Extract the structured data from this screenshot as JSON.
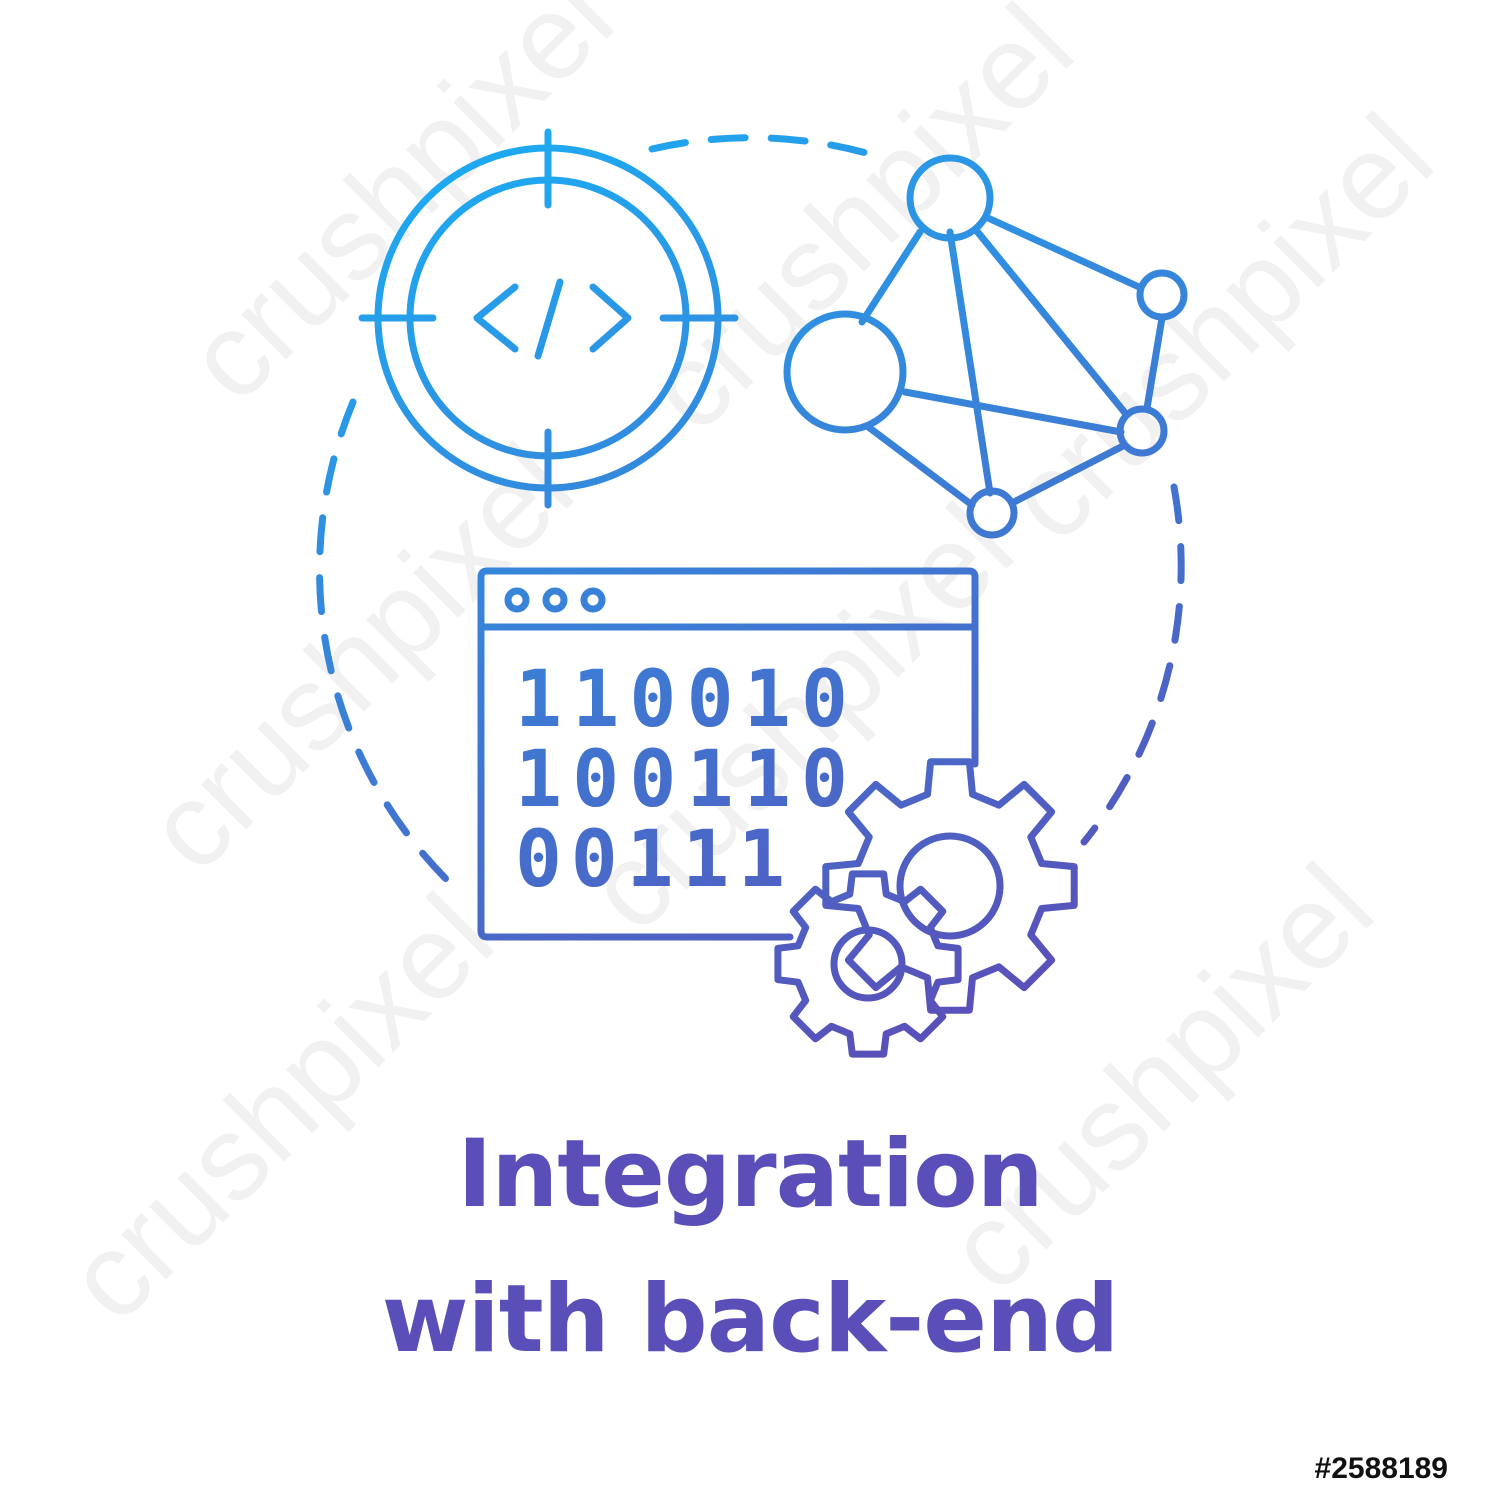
{
  "title": {
    "line1": "Integration",
    "line2": "with back-end"
  },
  "stock_id": "#2588189",
  "watermark": "crushpixel",
  "binary_rows": [
    "110010",
    "100110",
    "00111"
  ],
  "code_symbol": "</>",
  "colors": {
    "gradient_top": "#1fa8f0",
    "gradient_bottom": "#5a4fb8",
    "title": "#5a4fb8",
    "stock_id": "#111111"
  },
  "icons": [
    "code-target-icon",
    "network-nodes-icon",
    "browser-window-icon",
    "gears-icon",
    "dashed-circle"
  ]
}
